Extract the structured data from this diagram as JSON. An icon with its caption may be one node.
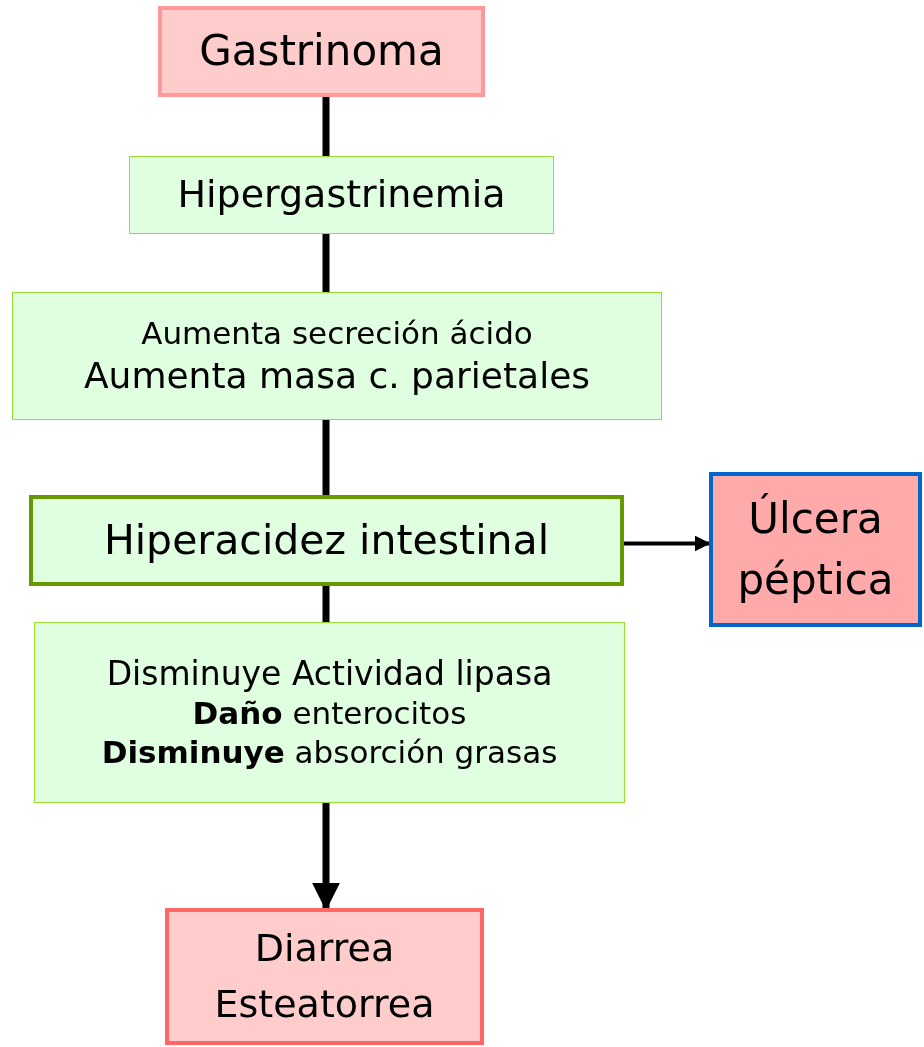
{
  "diagram": {
    "nodes": [
      {
        "text": [
          "Gastrinoma"
        ]
      },
      {
        "text": [
          "Hipergastrinemia"
        ]
      },
      {
        "text": [
          "Aumenta secreción ácido",
          "Aumenta masa c. parietales"
        ]
      },
      {
        "text": [
          "Hiperacidez intestinal"
        ]
      },
      {
        "text": [
          "Disminuye Actividad lipasa",
          "**Daño** enterocitos",
          "**Disminuye** absorción grasas"
        ]
      },
      {
        "text": [
          "Diarrea Esteatorrea"
        ]
      },
      {
        "text": [
          "Úlcera péptica"
        ]
      }
    ],
    "edges": [
      {
        "from": 0,
        "to": 1,
        "arrow": "none"
      },
      {
        "from": 1,
        "to": 2,
        "arrow": "none"
      },
      {
        "from": 2,
        "to": 3,
        "arrow": "none"
      },
      {
        "from": 3,
        "to": 4,
        "arrow": "none"
      },
      {
        "from": 4,
        "to": 5,
        "arrow": "to"
      },
      {
        "from": 3,
        "to": 6,
        "arrow": "to"
      }
    ]
  }
}
